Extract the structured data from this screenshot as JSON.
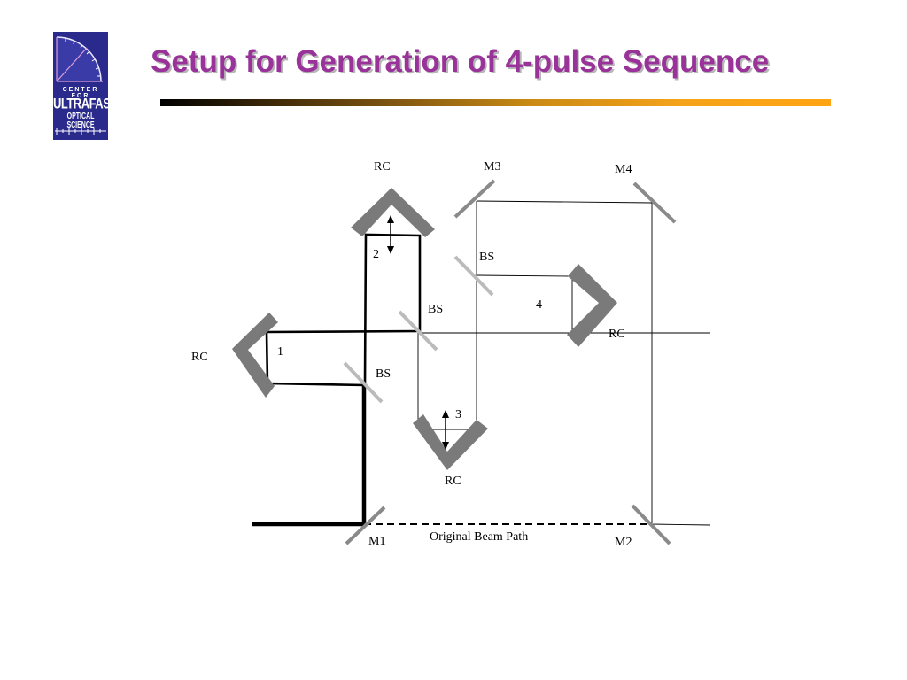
{
  "slide": {
    "title": "Setup for Generation of 4-pulse Sequence",
    "accent_color": "#993399"
  },
  "logo": {
    "line1": "CENTER FOR",
    "line2": "ULTRAFAST",
    "line3": "OPTICAL SCIENCE",
    "background": "#2a2a8c"
  },
  "diagram": {
    "labels": {
      "rc_top": "RC",
      "m3": "M3",
      "m4": "M4",
      "bs_right": "BS",
      "path_4": "4",
      "bs_center": "BS",
      "rc_right": "RC",
      "rc_left": "RC",
      "path_1": "1",
      "path_2": "2",
      "bs_lower": "BS",
      "path_3": "3",
      "rc_bottom": "RC",
      "m1": "M1",
      "original_beam_path": "Original Beam Path",
      "m2": "M2"
    }
  }
}
